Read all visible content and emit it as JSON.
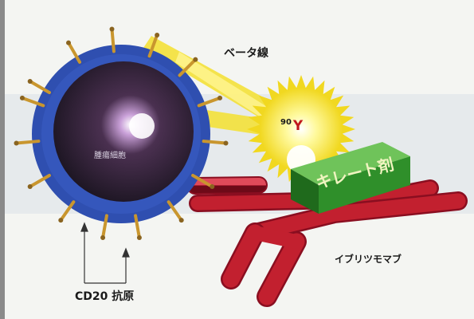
{
  "labels": {
    "beta_ray": "ベータ線",
    "isotope_mass": "90",
    "isotope_symbol": "Y",
    "target_cell": "腫瘍細胞",
    "chelator": "キレート剤",
    "antibody": "イブリツモマブ",
    "antigen": "CD20 抗原"
  },
  "colors": {
    "cell_membrane": "#2f4fb0",
    "cell_body": "#2a1f2e",
    "antibody_red": "#b5162e",
    "chelator_green": "#2f8f2a",
    "beta_yellow": "#f4e23a",
    "antigen_spike": "#c9962e"
  }
}
